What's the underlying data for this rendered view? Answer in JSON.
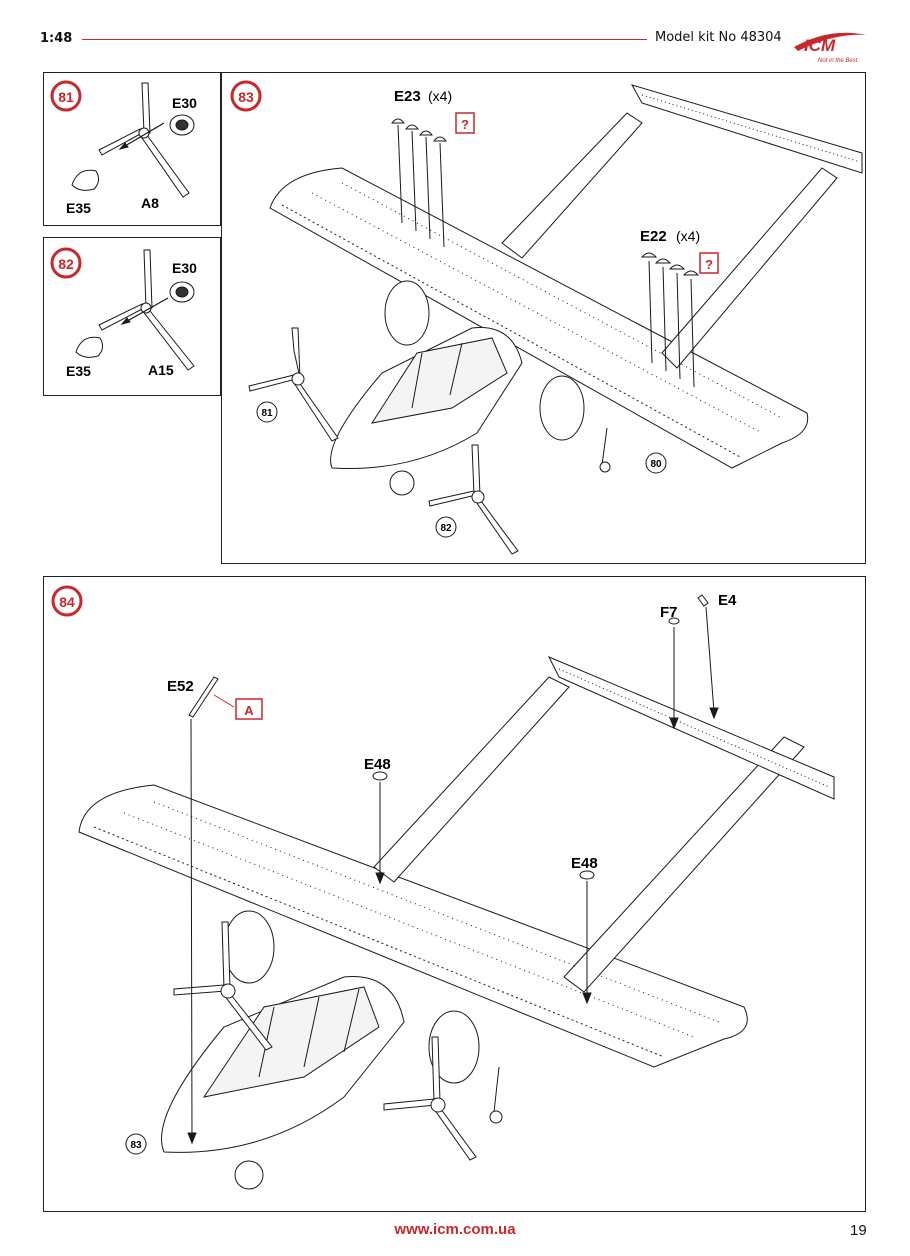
{
  "header": {
    "scale": "1:48",
    "kit": "Model kit No 48304",
    "brand": "ICM",
    "tagline": "Not in the Best"
  },
  "colors": {
    "accent": "#c8282c",
    "line": "#1a1a1a"
  },
  "steps": {
    "s81": {
      "number": "81",
      "parts": [
        "E30",
        "E35",
        "A8"
      ]
    },
    "s82": {
      "number": "82",
      "parts": [
        "E30",
        "E35",
        "A15"
      ]
    },
    "s83": {
      "number": "83",
      "labels": [
        {
          "part": "E23",
          "qty": "(x4)"
        },
        {
          "part": "E22",
          "qty": "(x4)"
        }
      ],
      "note_flag": "?",
      "refs": [
        "81",
        "82",
        "80"
      ]
    },
    "s84": {
      "number": "84",
      "parts": [
        "E52",
        "E48",
        "E48",
        "F7",
        "E4"
      ],
      "flag": "A",
      "refs": [
        "83"
      ]
    }
  },
  "footer": {
    "url": "www.icm.com.ua",
    "page": "19"
  }
}
